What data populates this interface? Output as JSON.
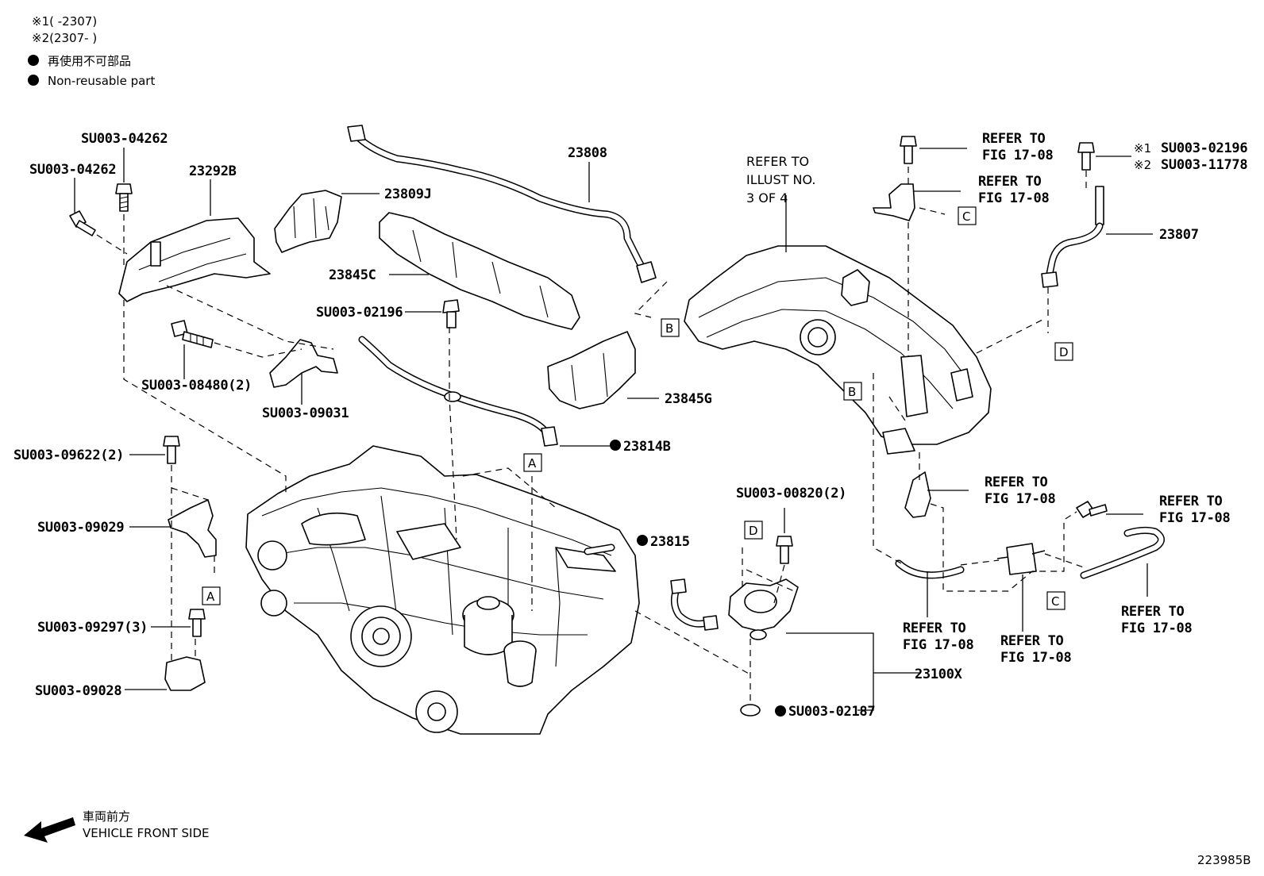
{
  "notes": {
    "note1": "※1(      -2307)",
    "note2": "※2(2307-      )",
    "legend_ja": "再使用不可部品",
    "legend_en": "Non-reusable part"
  },
  "labels": {
    "l_su04262_a": "SU003-04262",
    "l_su04262_b": "SU003-04262",
    "l_23292b": "23292B",
    "l_23809j": "23809J",
    "l_23808": "23808",
    "l_23845c": "23845C",
    "l_su02196": "SU003-02196",
    "l_su08480": "SU003-08480(2)",
    "l_su09031": "SU003-09031",
    "l_23845g": "23845G",
    "l_23814b": "23814B",
    "l_su09622": "SU003-09622(2)",
    "l_su09029": "SU003-09029",
    "l_su09297": "SU003-09297(3)",
    "l_su09028": "SU003-09028",
    "l_23815": "23815",
    "l_su00820": "SU003-00820(2)",
    "l_23100x": "23100X",
    "l_su02187": "SU003-02187",
    "l_23807": "23807",
    "l_s1_02196": "SU003-02196",
    "l_s2_11778": "SU003-11778",
    "l_mark1": "※1",
    "l_mark2": "※2"
  },
  "refer": {
    "illust_1": "REFER TO",
    "illust_2": "ILLUST NO.",
    "illust_3": "3 OF 4",
    "fig_head": "REFER TO",
    "fig_num": "FIG 17-08"
  },
  "boxes": {
    "a": "A",
    "b": "B",
    "c": "C",
    "d": "D"
  },
  "footer": {
    "front_ja": "車両前方",
    "front_en": "VEHICLE FRONT SIDE",
    "drawing_no": "223985B"
  }
}
